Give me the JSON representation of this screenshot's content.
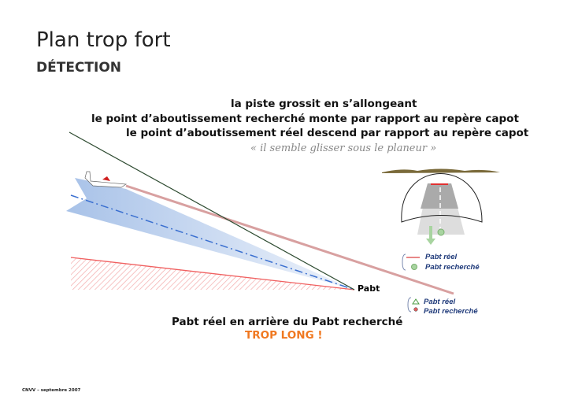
{
  "title": "Plan trop fort",
  "subtitle": "DÉTECTION",
  "lines": [
    "la piste grossit en s’allongeant",
    "le point d’aboutissement recherché monte par rapport au repère capot",
    "le point d’aboutissement réel descend par rapport au repère capot"
  ],
  "quote": "« il semble glisser sous le planeur »",
  "point_label": "Pabt",
  "legend1": {
    "real": "Pabt réel",
    "target": "Pabt recherché"
  },
  "legend2": {
    "real": "Pabt réel",
    "target": "Pabt recherché"
  },
  "conclusion": "Pabt réel en arrière du Pabt recherché",
  "verdict": "TROP LONG !",
  "footer": "CNVV – septembre 2007",
  "colors": {
    "verdict": "#f07820",
    "legend": "#1f3a7a"
  }
}
